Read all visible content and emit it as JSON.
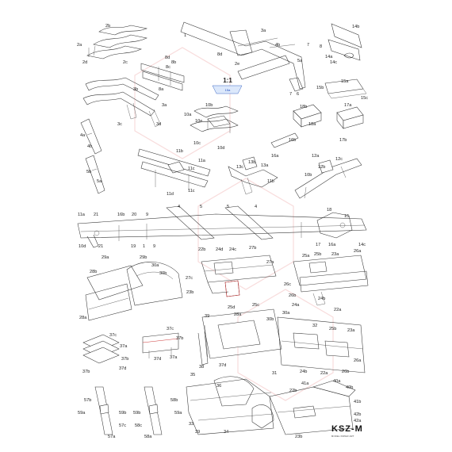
{
  "scale": {
    "text": "1:1",
    "part_tag": "15a"
  },
  "brand": {
    "logo": "KSZ-M",
    "tagline": "MODEL PAPER ART"
  },
  "colors": {
    "line": "#333333",
    "watermark": "#e06060",
    "highlight": "#3a66c4",
    "accent": "#cc3a3a"
  },
  "labels": [
    {
      "t": "2b"
    },
    {
      "t": "2a"
    },
    {
      "t": "2d"
    },
    {
      "t": "2c"
    },
    {
      "t": "1"
    },
    {
      "t": "3a"
    },
    {
      "t": "4b"
    },
    {
      "t": "8d"
    },
    {
      "t": "2e"
    },
    {
      "t": "7"
    },
    {
      "t": "8"
    },
    {
      "t": "5a"
    },
    {
      "t": "14b"
    },
    {
      "t": "14a"
    },
    {
      "t": "14c"
    },
    {
      "t": "8d"
    },
    {
      "t": "8b"
    },
    {
      "t": "8c"
    },
    {
      "t": "8a"
    },
    {
      "t": "15a"
    },
    {
      "t": "15b"
    },
    {
      "t": "15c"
    },
    {
      "t": "7"
    },
    {
      "t": "6"
    },
    {
      "t": "3b"
    },
    {
      "t": "3a"
    },
    {
      "t": "3c"
    },
    {
      "t": "3d"
    },
    {
      "t": "10b"
    },
    {
      "t": "10a"
    },
    {
      "t": "10e"
    },
    {
      "t": "10c"
    },
    {
      "t": "10d"
    },
    {
      "t": "18b"
    },
    {
      "t": "18a"
    },
    {
      "t": "17a"
    },
    {
      "t": "17b"
    },
    {
      "t": "16a"
    },
    {
      "t": "16b"
    },
    {
      "t": "4a"
    },
    {
      "t": "4b"
    },
    {
      "t": "5b"
    },
    {
      "t": "5a"
    },
    {
      "t": "11b"
    },
    {
      "t": "11a"
    },
    {
      "t": "11c"
    },
    {
      "t": "11d"
    },
    {
      "t": "11c"
    },
    {
      "t": "13b"
    },
    {
      "t": "13a"
    },
    {
      "t": "13c"
    },
    {
      "t": "11b"
    },
    {
      "t": "12a"
    },
    {
      "t": "12b"
    },
    {
      "t": "12c"
    },
    {
      "t": "10b"
    },
    {
      "t": "11a"
    },
    {
      "t": "21"
    },
    {
      "t": "16b"
    },
    {
      "t": "20"
    },
    {
      "t": "9"
    },
    {
      "t": "4"
    },
    {
      "t": "5"
    },
    {
      "t": "5"
    },
    {
      "t": "4"
    },
    {
      "t": "18"
    },
    {
      "t": "15"
    },
    {
      "t": "10d"
    },
    {
      "t": "21"
    },
    {
      "t": "19"
    },
    {
      "t": "1"
    },
    {
      "t": "9"
    },
    {
      "t": "17"
    },
    {
      "t": "16a"
    },
    {
      "t": "14c"
    },
    {
      "t": "29a"
    },
    {
      "t": "29b"
    },
    {
      "t": "28b"
    },
    {
      "t": "30a"
    },
    {
      "t": "30b"
    },
    {
      "t": "22b"
    },
    {
      "t": "24d"
    },
    {
      "t": "24c"
    },
    {
      "t": "27b"
    },
    {
      "t": "27a"
    },
    {
      "t": "27c"
    },
    {
      "t": "23b"
    },
    {
      "t": "25d"
    },
    {
      "t": "25c"
    },
    {
      "t": "25a"
    },
    {
      "t": "25b"
    },
    {
      "t": "23a"
    },
    {
      "t": "26a"
    },
    {
      "t": "26c"
    },
    {
      "t": "26b"
    },
    {
      "t": "24a"
    },
    {
      "t": "24b"
    },
    {
      "t": "22a"
    },
    {
      "t": "28a"
    },
    {
      "t": "39"
    },
    {
      "t": "28a"
    },
    {
      "t": "30a"
    },
    {
      "t": "30b"
    },
    {
      "t": "32"
    },
    {
      "t": "25b"
    },
    {
      "t": "23a"
    },
    {
      "t": "37c"
    },
    {
      "t": "37a"
    },
    {
      "t": "37b"
    },
    {
      "t": "37b"
    },
    {
      "t": "37d"
    },
    {
      "t": "37c"
    },
    {
      "t": "37b"
    },
    {
      "t": "37d"
    },
    {
      "t": "37a"
    },
    {
      "t": "38"
    },
    {
      "t": "37d"
    },
    {
      "t": "31"
    },
    {
      "t": "24b"
    },
    {
      "t": "22a"
    },
    {
      "t": "26b"
    },
    {
      "t": "26a"
    },
    {
      "t": "35"
    },
    {
      "t": "36"
    },
    {
      "t": "41a"
    },
    {
      "t": "40a"
    },
    {
      "t": "40b"
    },
    {
      "t": "22b"
    },
    {
      "t": "41b"
    },
    {
      "t": "42b"
    },
    {
      "t": "42a"
    },
    {
      "t": "57b"
    },
    {
      "t": "58b"
    },
    {
      "t": "59a"
    },
    {
      "t": "59b"
    },
    {
      "t": "57c"
    },
    {
      "t": "59b"
    },
    {
      "t": "59a"
    },
    {
      "t": "58c"
    },
    {
      "t": "57a"
    },
    {
      "t": "58a"
    },
    {
      "t": "33"
    },
    {
      "t": "39"
    },
    {
      "t": "34"
    },
    {
      "t": "23b"
    }
  ]
}
